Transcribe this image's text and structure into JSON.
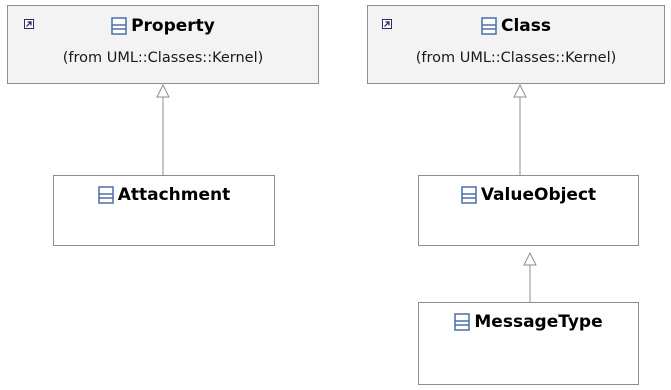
{
  "classes": {
    "property": {
      "name": "Property",
      "origin": "(from UML::Classes::Kernel)",
      "icon": "class-icon",
      "shortcut_icon": "shortcut-arrow-icon"
    },
    "class": {
      "name": "Class",
      "origin": "(from UML::Classes::Kernel)",
      "icon": "class-icon",
      "shortcut_icon": "shortcut-arrow-icon"
    },
    "attachment": {
      "name": "Attachment",
      "icon": "class-icon"
    },
    "value_object": {
      "name": "ValueObject",
      "icon": "class-icon"
    },
    "message_type": {
      "name": "MessageType",
      "icon": "class-icon"
    }
  },
  "relationships": [
    {
      "type": "generalization",
      "from": "Attachment",
      "to": "Property"
    },
    {
      "type": "generalization",
      "from": "ValueObject",
      "to": "Class"
    },
    {
      "type": "generalization",
      "from": "MessageType",
      "to": "ValueObject"
    }
  ],
  "colors": {
    "box_border": "#8e8e8e",
    "external_fill": "#f3f3f3",
    "connector": "#8e8e8e",
    "icon_outline": "#4a6fa5",
    "icon_fill": "#ffffff"
  }
}
